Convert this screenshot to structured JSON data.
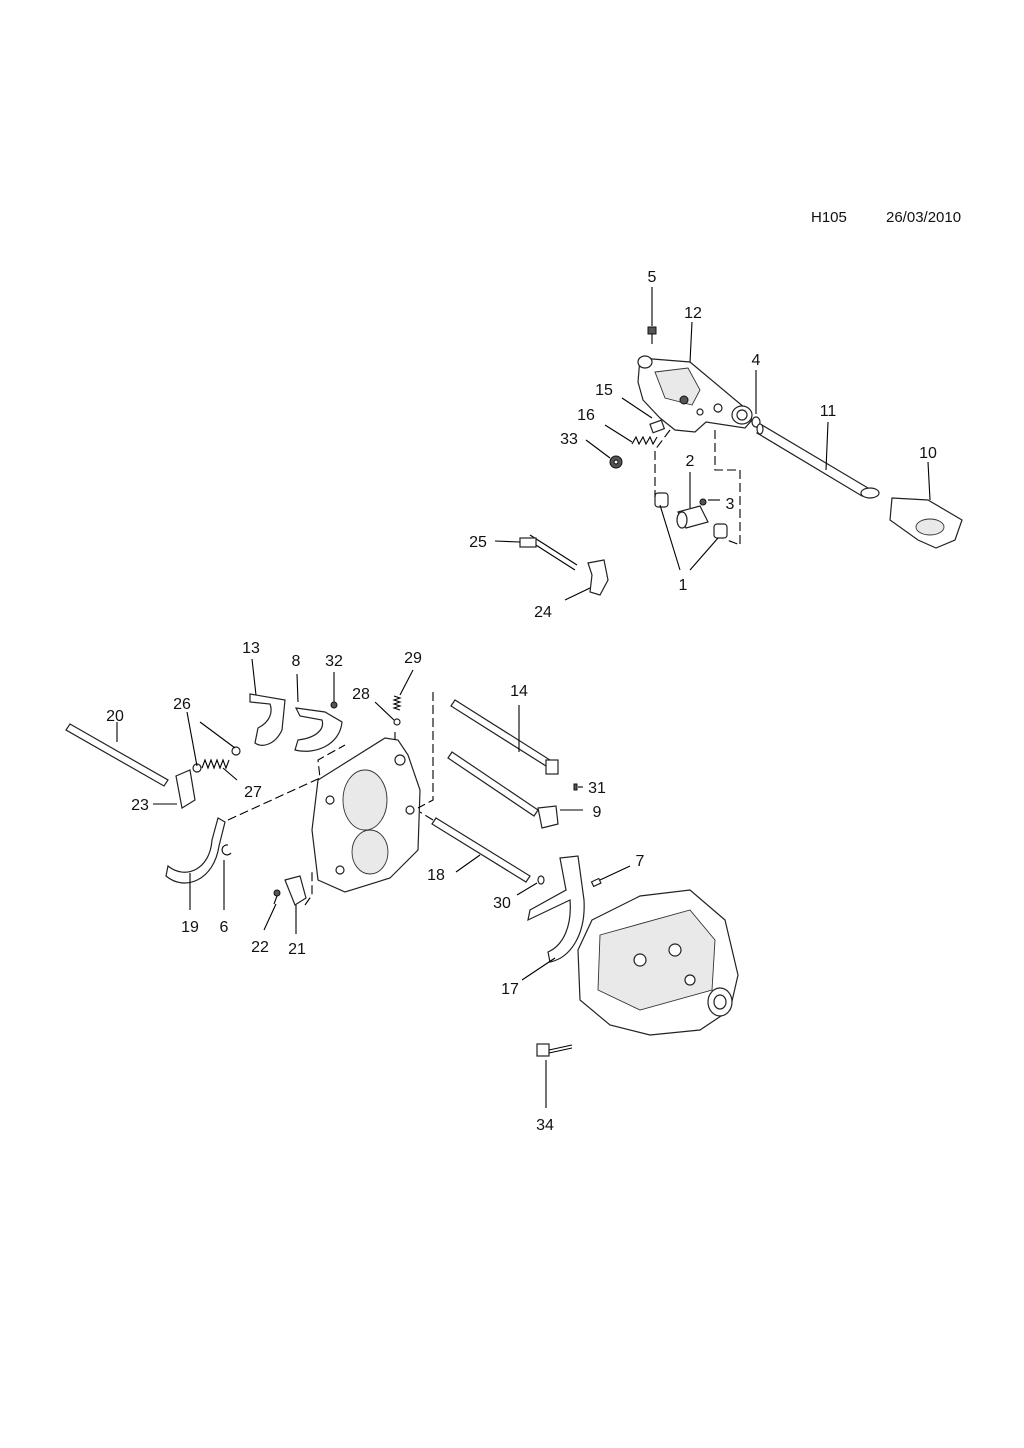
{
  "header": {
    "code": "H105",
    "date": "26/03/2010"
  },
  "callouts": [
    "1",
    "2",
    "3",
    "4",
    "5",
    "6",
    "7",
    "8",
    "9",
    "10",
    "11",
    "12",
    "13",
    "14",
    "15",
    "16",
    "17",
    "18",
    "19",
    "20",
    "21",
    "22",
    "23",
    "24",
    "25",
    "26",
    "27",
    "28",
    "29",
    "30",
    "31",
    "32",
    "33",
    "34"
  ]
}
